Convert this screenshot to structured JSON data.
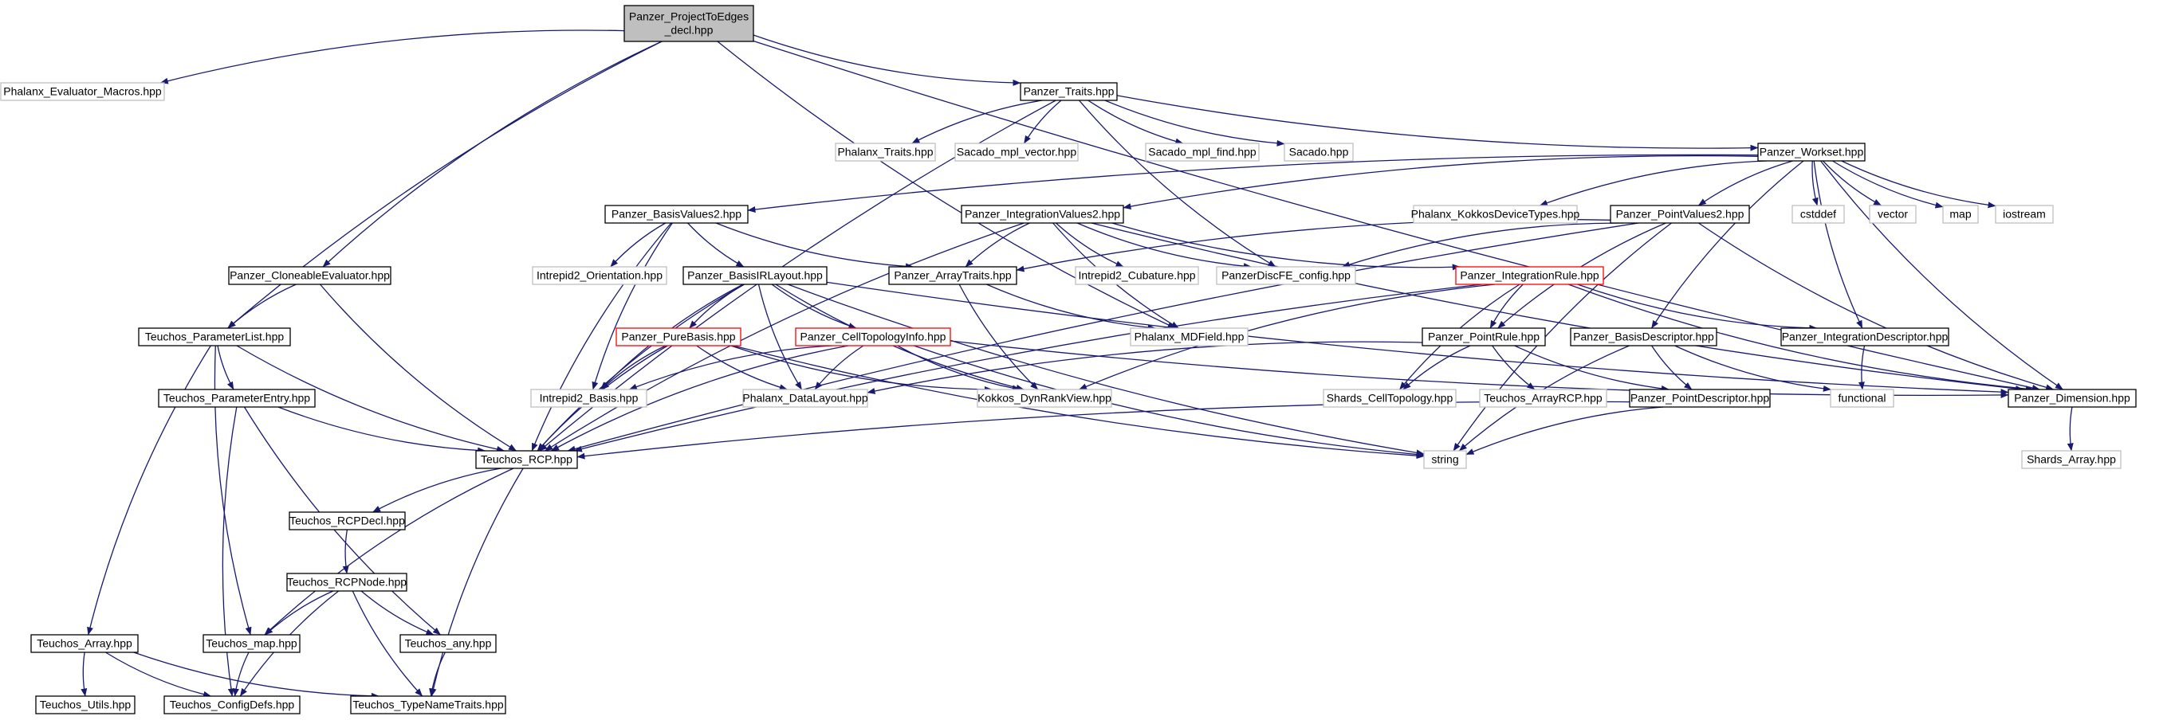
{
  "colors": {
    "edge": "#191970",
    "documented_border": "#000000",
    "undocumented_border": "#bfbfbf",
    "warning_border": "#ff0000",
    "root_fill": "#bfbfbf",
    "node_fill": "#ffffff"
  },
  "nodes": [
    {
      "id": "root",
      "lines": [
        "Panzer_ProjectToEdges",
        "_decl.hpp"
      ],
      "style": "root"
    },
    {
      "id": "phx_macros",
      "lines": [
        "Phalanx_Evaluator_Macros.hpp"
      ],
      "style": "undocumented"
    },
    {
      "id": "traits",
      "lines": [
        "Panzer_Traits.hpp"
      ],
      "style": "documented"
    },
    {
      "id": "phx_traits",
      "lines": [
        "Phalanx_Traits.hpp"
      ],
      "style": "undocumented"
    },
    {
      "id": "sacado_vec",
      "lines": [
        "Sacado_mpl_vector.hpp"
      ],
      "style": "undocumented"
    },
    {
      "id": "sacado_find",
      "lines": [
        "Sacado_mpl_find.hpp"
      ],
      "style": "undocumented"
    },
    {
      "id": "sacado",
      "lines": [
        "Sacado.hpp"
      ],
      "style": "undocumented"
    },
    {
      "id": "workset",
      "lines": [
        "Panzer_Workset.hpp"
      ],
      "style": "documented"
    },
    {
      "id": "phx_kokkos",
      "lines": [
        "Phalanx_KokkosDeviceTypes.hpp"
      ],
      "style": "undocumented"
    },
    {
      "id": "cstddef",
      "lines": [
        "cstddef"
      ],
      "style": "undocumented"
    },
    {
      "id": "vector",
      "lines": [
        "vector"
      ],
      "style": "undocumented"
    },
    {
      "id": "map",
      "lines": [
        "map"
      ],
      "style": "undocumented"
    },
    {
      "id": "iostream",
      "lines": [
        "iostream"
      ],
      "style": "undocumented"
    },
    {
      "id": "basisvalues",
      "lines": [
        "Panzer_BasisValues2.hpp"
      ],
      "style": "documented"
    },
    {
      "id": "intvalues",
      "lines": [
        "Panzer_IntegrationValues2.hpp"
      ],
      "style": "documented"
    },
    {
      "id": "pointvalues",
      "lines": [
        "Panzer_PointValues2.hpp"
      ],
      "style": "documented"
    },
    {
      "id": "cloneable",
      "lines": [
        "Panzer_CloneableEvaluator.hpp"
      ],
      "style": "documented"
    },
    {
      "id": "intrepid_orient",
      "lines": [
        "Intrepid2_Orientation.hpp"
      ],
      "style": "undocumented"
    },
    {
      "id": "basisirlayout",
      "lines": [
        "Panzer_BasisIRLayout.hpp"
      ],
      "style": "documented"
    },
    {
      "id": "arraytraits",
      "lines": [
        "Panzer_ArrayTraits.hpp"
      ],
      "style": "documented"
    },
    {
      "id": "intrepid_cub",
      "lines": [
        "Intrepid2_Cubature.hpp"
      ],
      "style": "undocumented"
    },
    {
      "id": "discfe",
      "lines": [
        "PanzerDiscFE_config.hpp"
      ],
      "style": "undocumented"
    },
    {
      "id": "intrule",
      "lines": [
        "Panzer_IntegrationRule.hpp"
      ],
      "style": "warning"
    },
    {
      "id": "paramlist",
      "lines": [
        "Teuchos_ParameterList.hpp"
      ],
      "style": "documented"
    },
    {
      "id": "purebasis",
      "lines": [
        "Panzer_PureBasis.hpp"
      ],
      "style": "warning"
    },
    {
      "id": "celltopo",
      "lines": [
        "Panzer_CellTopologyInfo.hpp"
      ],
      "style": "warning"
    },
    {
      "id": "mdfield",
      "lines": [
        "Phalanx_MDField.hpp"
      ],
      "style": "undocumented"
    },
    {
      "id": "pointrule",
      "lines": [
        "Panzer_PointRule.hpp"
      ],
      "style": "documented"
    },
    {
      "id": "basisdesc",
      "lines": [
        "Panzer_BasisDescriptor.hpp"
      ],
      "style": "documented"
    },
    {
      "id": "intdesc",
      "lines": [
        "Panzer_IntegrationDescriptor.hpp"
      ],
      "style": "documented"
    },
    {
      "id": "paramentry",
      "lines": [
        "Teuchos_ParameterEntry.hpp"
      ],
      "style": "documented"
    },
    {
      "id": "intrepid_basis",
      "lines": [
        "Intrepid2_Basis.hpp"
      ],
      "style": "undocumented"
    },
    {
      "id": "phx_layout",
      "lines": [
        "Phalanx_DataLayout.hpp"
      ],
      "style": "undocumented"
    },
    {
      "id": "dynrank",
      "lines": [
        "Kokkos_DynRankView.hpp"
      ],
      "style": "undocumented"
    },
    {
      "id": "shards_topo",
      "lines": [
        "Shards_CellTopology.hpp"
      ],
      "style": "undocumented"
    },
    {
      "id": "arrayrcp",
      "lines": [
        "Teuchos_ArrayRCP.hpp"
      ],
      "style": "undocumented"
    },
    {
      "id": "pointdesc",
      "lines": [
        "Panzer_PointDescriptor.hpp"
      ],
      "style": "documented"
    },
    {
      "id": "functional",
      "lines": [
        "functional"
      ],
      "style": "undocumented"
    },
    {
      "id": "dimension",
      "lines": [
        "Panzer_Dimension.hpp"
      ],
      "style": "documented"
    },
    {
      "id": "rcp",
      "lines": [
        "Teuchos_RCP.hpp"
      ],
      "style": "documented"
    },
    {
      "id": "string",
      "lines": [
        "string"
      ],
      "style": "undocumented"
    },
    {
      "id": "shards_array",
      "lines": [
        "Shards_Array.hpp"
      ],
      "style": "undocumented"
    },
    {
      "id": "rcpdecl",
      "lines": [
        "Teuchos_RCPDecl.hpp"
      ],
      "style": "documented"
    },
    {
      "id": "rcpnode",
      "lines": [
        "Teuchos_RCPNode.hpp"
      ],
      "style": "documented"
    },
    {
      "id": "array",
      "lines": [
        "Teuchos_Array.hpp"
      ],
      "style": "documented"
    },
    {
      "id": "tmap",
      "lines": [
        "Teuchos_map.hpp"
      ],
      "style": "documented"
    },
    {
      "id": "any",
      "lines": [
        "Teuchos_any.hpp"
      ],
      "style": "documented"
    },
    {
      "id": "utils",
      "lines": [
        "Teuchos_Utils.hpp"
      ],
      "style": "documented"
    },
    {
      "id": "configdefs",
      "lines": [
        "Teuchos_ConfigDefs.hpp"
      ],
      "style": "documented"
    },
    {
      "id": "typenametraits",
      "lines": [
        "Teuchos_TypeNameTraits.hpp"
      ],
      "style": "documented"
    }
  ],
  "edges": [
    [
      "root",
      "phx_macros"
    ],
    [
      "root",
      "traits"
    ],
    [
      "root",
      "cloneable"
    ],
    [
      "root",
      "paramlist"
    ],
    [
      "root",
      "mdfield"
    ],
    [
      "root",
      "dimension"
    ],
    [
      "traits",
      "phx_traits"
    ],
    [
      "traits",
      "sacado_vec"
    ],
    [
      "traits",
      "sacado_find"
    ],
    [
      "traits",
      "sacado"
    ],
    [
      "traits",
      "workset"
    ],
    [
      "traits",
      "rcp"
    ],
    [
      "traits",
      "discfe"
    ],
    [
      "workset",
      "basisvalues"
    ],
    [
      "workset",
      "intvalues"
    ],
    [
      "workset",
      "pointvalues"
    ],
    [
      "workset",
      "phx_kokkos"
    ],
    [
      "workset",
      "cstddef"
    ],
    [
      "workset",
      "vector"
    ],
    [
      "workset",
      "map"
    ],
    [
      "workset",
      "iostream"
    ],
    [
      "workset",
      "basisdesc"
    ],
    [
      "workset",
      "intdesc"
    ],
    [
      "workset",
      "dimension"
    ],
    [
      "basisvalues",
      "basisirlayout"
    ],
    [
      "basisvalues",
      "arraytraits"
    ],
    [
      "basisvalues",
      "intrepid_orient"
    ],
    [
      "basisvalues",
      "intrepid_basis"
    ],
    [
      "basisvalues",
      "rcp"
    ],
    [
      "intvalues",
      "arraytraits"
    ],
    [
      "intvalues",
      "intrepid_cub"
    ],
    [
      "intvalues",
      "discfe"
    ],
    [
      "intvalues",
      "intrule"
    ],
    [
      "intvalues",
      "mdfield"
    ],
    [
      "intvalues",
      "rcp"
    ],
    [
      "intvalues",
      "dimension"
    ],
    [
      "pointvalues",
      "arraytraits"
    ],
    [
      "pointvalues",
      "discfe"
    ],
    [
      "pointvalues",
      "pointrule"
    ],
    [
      "pointvalues",
      "rcp"
    ],
    [
      "pointvalues",
      "dimension"
    ],
    [
      "pointvalues",
      "string"
    ],
    [
      "cloneable",
      "paramlist"
    ],
    [
      "cloneable",
      "rcp"
    ],
    [
      "basisirlayout",
      "purebasis"
    ],
    [
      "basisirlayout",
      "celltopo"
    ],
    [
      "basisirlayout",
      "intrepid_basis"
    ],
    [
      "basisirlayout",
      "phx_layout"
    ],
    [
      "basisirlayout",
      "dynrank"
    ],
    [
      "basisirlayout",
      "rcp"
    ],
    [
      "basisirlayout",
      "dimension"
    ],
    [
      "basisirlayout",
      "string"
    ],
    [
      "arraytraits",
      "mdfield"
    ],
    [
      "arraytraits",
      "dynrank"
    ],
    [
      "intrule",
      "pointrule"
    ],
    [
      "intrule",
      "intdesc"
    ],
    [
      "intrule",
      "shards_topo"
    ],
    [
      "intrule",
      "dynrank"
    ],
    [
      "intrule",
      "rcp"
    ],
    [
      "intrule",
      "dimension"
    ],
    [
      "paramlist",
      "paramentry"
    ],
    [
      "paramlist",
      "rcp"
    ],
    [
      "paramlist",
      "array"
    ],
    [
      "paramlist",
      "tmap"
    ],
    [
      "purebasis",
      "intrepid_basis"
    ],
    [
      "purebasis",
      "phx_layout"
    ],
    [
      "purebasis",
      "dynrank"
    ],
    [
      "purebasis",
      "rcp"
    ],
    [
      "purebasis",
      "string"
    ],
    [
      "celltopo",
      "intrepid_basis"
    ],
    [
      "celltopo",
      "phx_layout"
    ],
    [
      "celltopo",
      "dynrank"
    ],
    [
      "celltopo",
      "rcp"
    ],
    [
      "celltopo",
      "dimension"
    ],
    [
      "celltopo",
      "string"
    ],
    [
      "pointrule",
      "phx_layout"
    ],
    [
      "pointrule",
      "shards_topo"
    ],
    [
      "pointrule",
      "arrayrcp"
    ],
    [
      "pointrule",
      "pointdesc"
    ],
    [
      "basisdesc",
      "pointdesc"
    ],
    [
      "basisdesc",
      "functional"
    ],
    [
      "basisdesc",
      "string"
    ],
    [
      "intdesc",
      "functional"
    ],
    [
      "pointdesc",
      "rcp"
    ],
    [
      "pointdesc",
      "string"
    ],
    [
      "paramentry",
      "rcp"
    ],
    [
      "paramentry",
      "any"
    ],
    [
      "paramentry",
      "configdefs"
    ],
    [
      "dimension",
      "shards_array"
    ],
    [
      "rcp",
      "rcpdecl"
    ],
    [
      "rcp",
      "tmap"
    ],
    [
      "rcp",
      "typenametraits"
    ],
    [
      "rcpdecl",
      "rcpnode"
    ],
    [
      "rcpnode",
      "tmap"
    ],
    [
      "rcpnode",
      "any"
    ],
    [
      "rcpnode",
      "configdefs"
    ],
    [
      "rcpnode",
      "typenametraits"
    ],
    [
      "array",
      "utils"
    ],
    [
      "array",
      "configdefs"
    ],
    [
      "array",
      "typenametraits"
    ],
    [
      "tmap",
      "configdefs"
    ],
    [
      "any",
      "typenametraits"
    ]
  ]
}
